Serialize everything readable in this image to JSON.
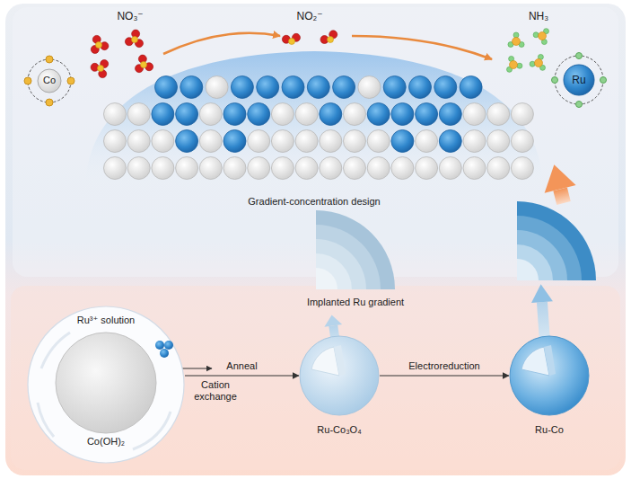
{
  "diagram": {
    "nodes": [
      {
        "text": [
          "Co"
        ]
      },
      {
        "text": [
          "Gradient-concentration design"
        ]
      },
      {
        "text": [
          "Ru"
        ]
      },
      {
        "text": [
          "Ru³⁺ solution",
          "Co(OH)₂"
        ]
      },
      {
        "text": [
          "Ru-Co₃O₄"
        ]
      },
      {
        "text": [
          "Ru-Co"
        ]
      }
    ],
    "edges": [
      {
        "from": 3,
        "to": 4,
        "arrow": "to",
        "label": "Anneal"
      },
      {
        "from": 4,
        "to": 5,
        "arrow": "to",
        "label": "Electroreduction"
      }
    ],
    "labels": [
      "NO₃⁻",
      "NO₂⁻",
      "NH₃",
      "Implanted Ru gradient",
      "Cation exchange"
    ]
  }
}
